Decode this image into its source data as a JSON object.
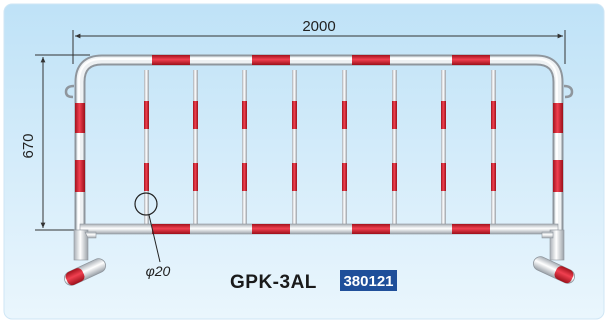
{
  "dimensions": {
    "width_label": "2000",
    "height_label": "670",
    "pipe_label": "φ20"
  },
  "product": {
    "model": "GPK-3AL",
    "code": "380121"
  },
  "colors": {
    "background_top": "#bfe2f7",
    "background_bottom": "#eaf6fd",
    "stripe_red": "#e0202f",
    "pipe_silver": "#e4e7ea",
    "code_badge": "#1f4f9a"
  }
}
